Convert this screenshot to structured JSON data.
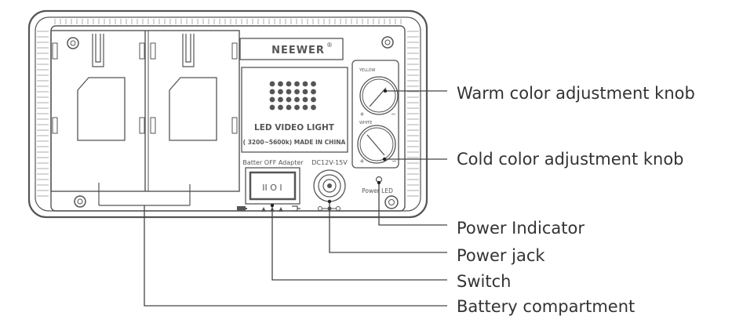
{
  "device": {
    "brand": "NEEWER",
    "brand_mark": "®",
    "panel_title": "LED VIDEO LIGHT",
    "panel_subtitle": "( 3200~5600k)  MADE IN CHINA",
    "knob_yellow_label": "YELLOW",
    "knob_white_label": "WHITE",
    "plus": "+",
    "minus": "−",
    "switch_label": "Batter  OFF  Adapter",
    "switch_glyph": "II O I",
    "dc_label": "DC12V-15V",
    "power_led_label": "Power  LED"
  },
  "callouts": [
    {
      "id": "warm",
      "text": "Warm color adjustment knob"
    },
    {
      "id": "cold",
      "text": "Cold color adjustment knob"
    },
    {
      "id": "indicator",
      "text": "Power Indicator"
    },
    {
      "id": "jack",
      "text": "Power jack"
    },
    {
      "id": "switch",
      "text": "Switch"
    },
    {
      "id": "battery",
      "text": "Battery compartment"
    }
  ]
}
